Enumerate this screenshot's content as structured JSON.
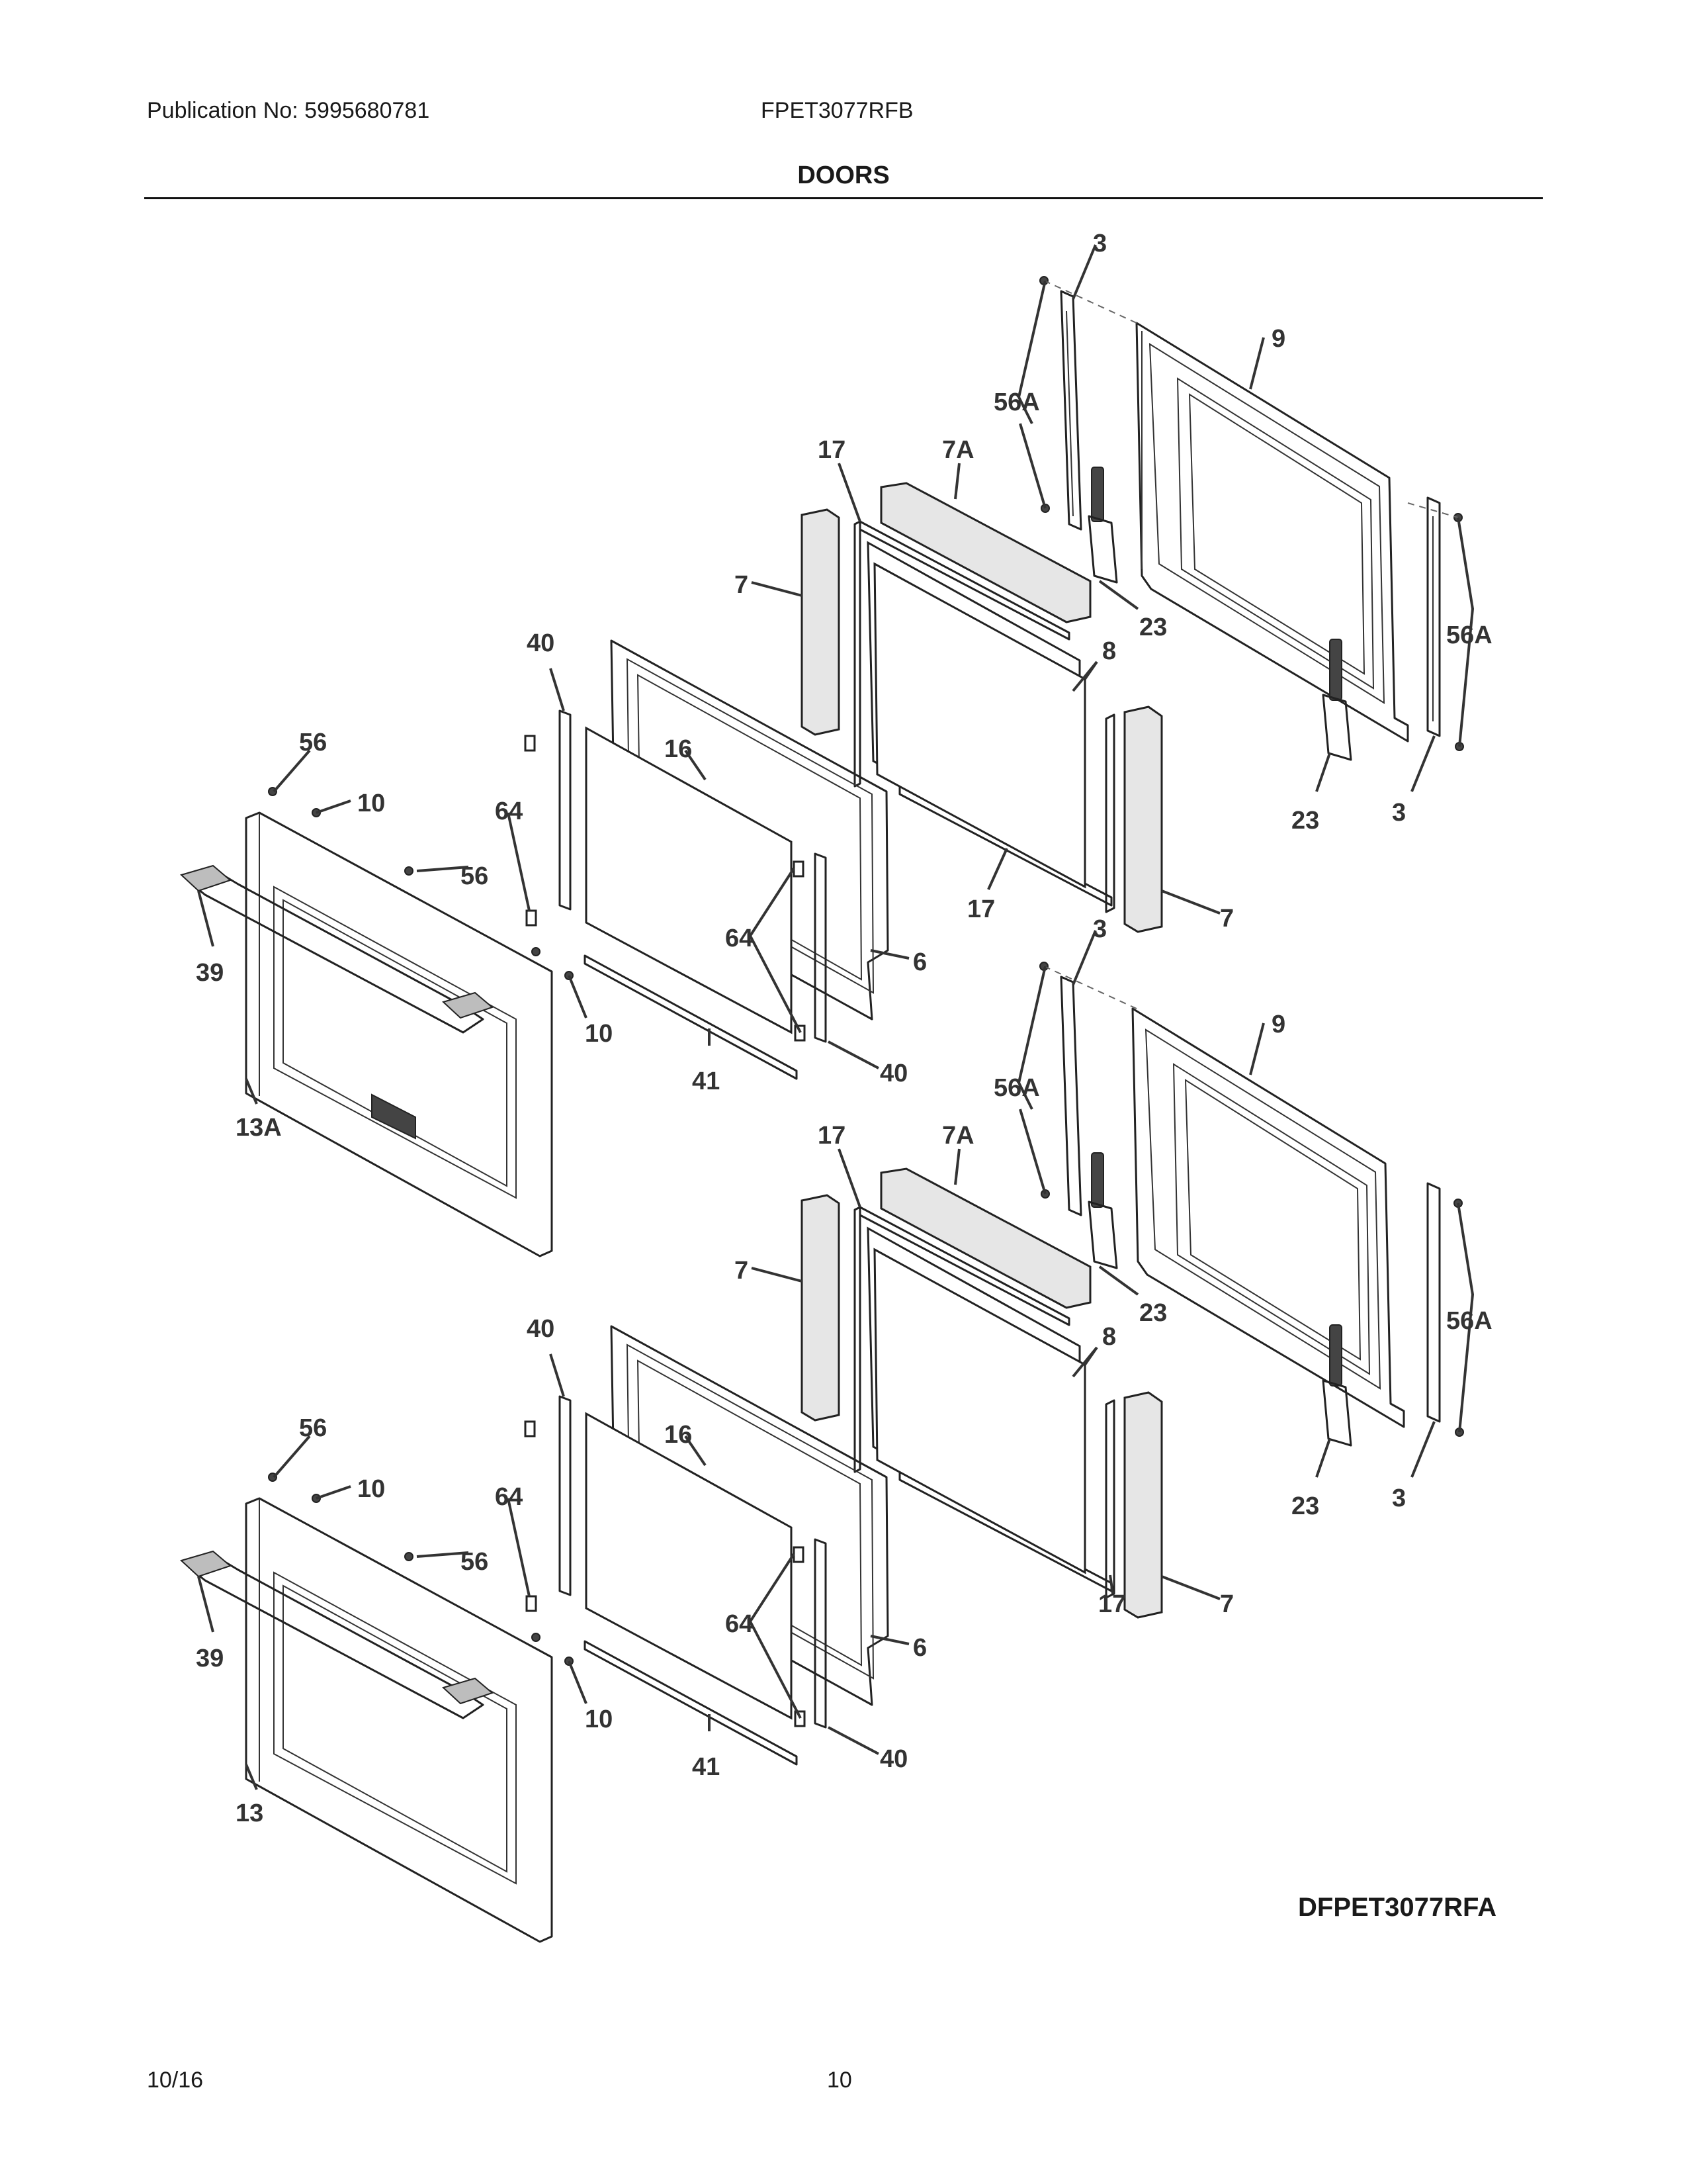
{
  "header": {
    "publication": "Publication No: 5995680781",
    "model": "FPET3077RFB",
    "section_title": "DOORS"
  },
  "diagram_code": "DFPET3077RFA",
  "footer": {
    "date": "10/16",
    "page": "10"
  },
  "upper_door": {
    "callouts": {
      "hinge_channel": "3",
      "inner_door": "9",
      "screws": "56A",
      "gasket_channel": "17",
      "top_insulation": "7A",
      "side_insulation": "7",
      "hinge": "23",
      "inner_glass": "8",
      "door_liner": "6",
      "middle_glass": "16",
      "door_bracket": "40",
      "bottom_trim": "41",
      "glass_clip": "64",
      "door_screw": "56",
      "door_screw_small": "10",
      "handle": "39",
      "outer_door": "13A"
    }
  },
  "lower_door": {
    "callouts": {
      "hinge_channel": "3",
      "inner_door": "9",
      "screws": "56A",
      "gasket_channel": "17",
      "top_insulation": "7A",
      "side_insulation": "7",
      "hinge": "23",
      "inner_glass": "8",
      "door_liner": "6",
      "middle_glass": "16",
      "door_bracket": "40",
      "bottom_trim": "41",
      "glass_clip": "64",
      "door_screw": "56",
      "door_screw_small": "10",
      "handle": "39",
      "outer_door": "13"
    }
  }
}
